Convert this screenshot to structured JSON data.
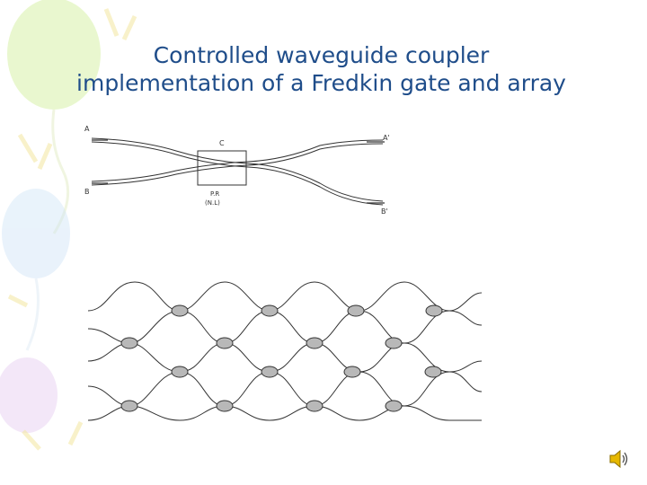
{
  "slide": {
    "title_line1": "Controlled waveguide coupler",
    "title_line2": "implementation of a Fredkin gate and array"
  },
  "coupler": {
    "input_top": "A",
    "input_bottom": "B",
    "output_top": "A'",
    "output_bottom": "B'",
    "box_label": "C",
    "pr_label": "P.R",
    "nl_label": "(N.L)"
  },
  "colors": {
    "title": "#1f4d8a",
    "lines": "#333333",
    "node_fill": "#b8b8b8"
  },
  "icons": {
    "speaker": "speaker-icon"
  }
}
